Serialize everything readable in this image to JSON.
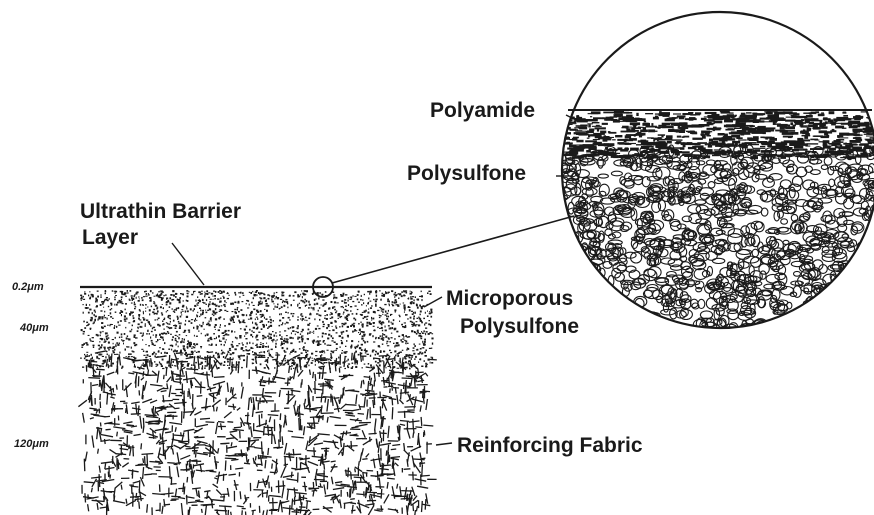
{
  "labels": {
    "barrier_line1": "Ultrathin Barrier",
    "barrier_line2": "Layer",
    "polyamide": "Polyamide",
    "polysulfone": "Polysulfone",
    "microporous_line1": "Microporous",
    "microporous_line2": "Polysulfone",
    "reinforcing": "Reinforcing Fabric"
  },
  "depth_markers": {
    "barrier": "0.2μm",
    "polysulfone": "40μm",
    "fabric": "120μm"
  },
  "colors": {
    "ink": "#1a1a1a",
    "background": "#ffffff"
  }
}
